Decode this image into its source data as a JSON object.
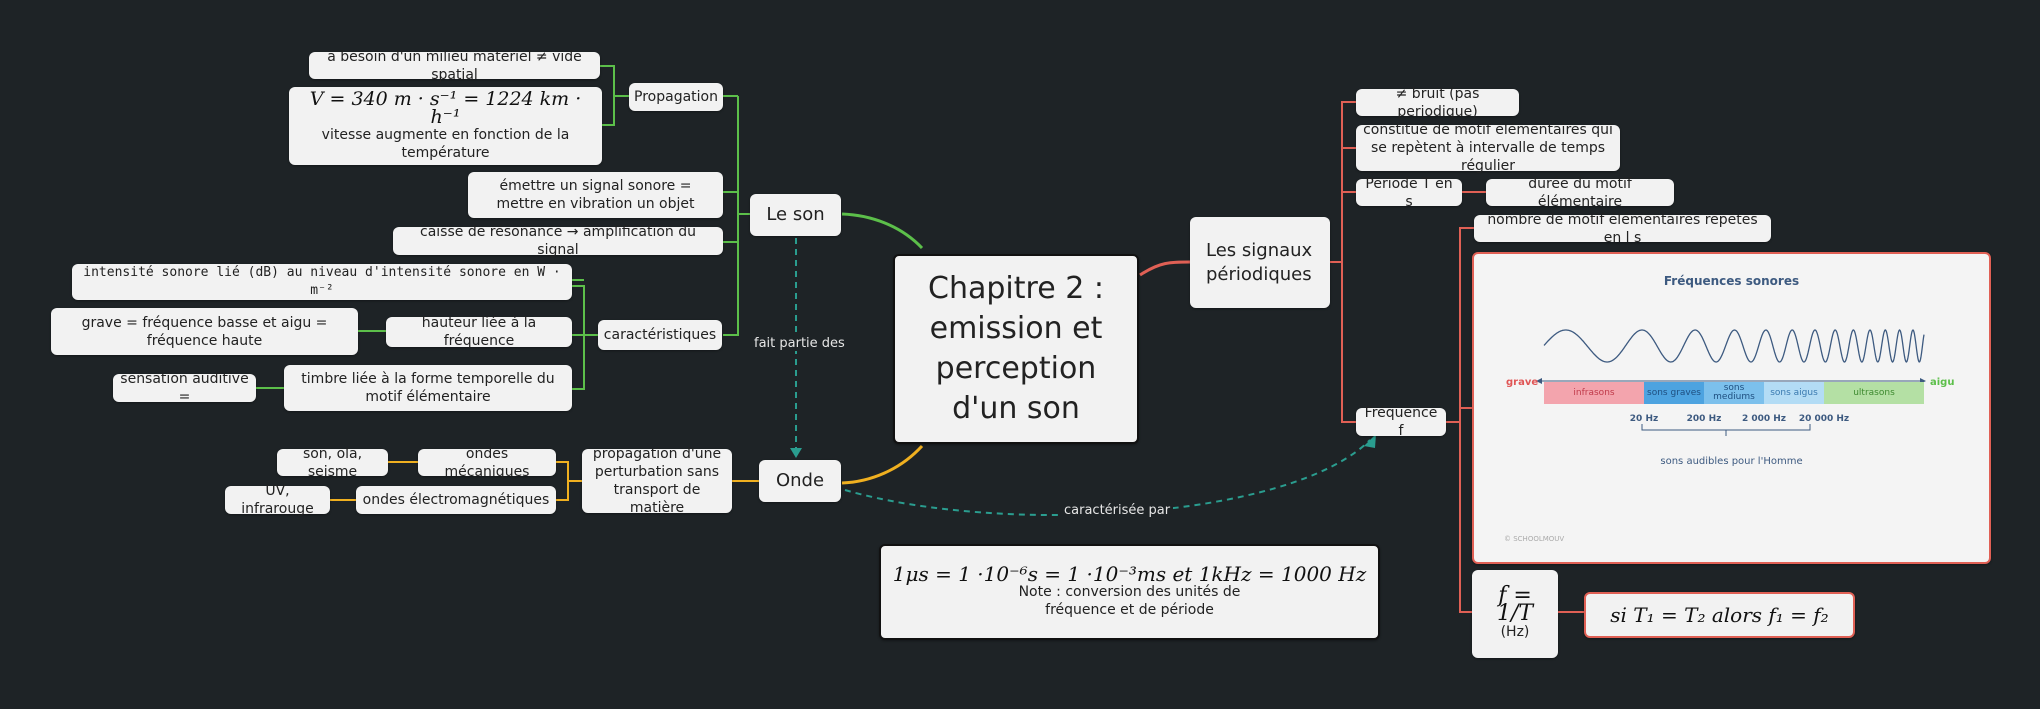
{
  "central": {
    "title": "Chapitre 2 : emission et perception d'un son"
  },
  "le_son": {
    "label": "Le son",
    "propagation": {
      "label": "Propagation",
      "milieu": "a besoin d'un milieu materiel  ≠ vide spatial",
      "vitesse_formula": "V = 340 m · s⁻¹ =  1224 km · h⁻¹",
      "vitesse_note": "vitesse augmente en fonction de la température"
    },
    "emettre": "émettre un signal sonore = mettre en vibration un objet",
    "caisse": "caisse de résonance → amplification du signal",
    "caracteristiques": {
      "label": "caractéristiques",
      "intensite": "intensité sonore lié (dB) au niveau d'intensité sonore en W · m⁻²",
      "hauteur": "hauteur liée à la fréquence",
      "grave_aigu": "grave = fréquence basse et aigu = fréquence haute",
      "timbre": "timbre liée à la forme temporelle du motif élémentaire",
      "sensation": "sensation auditive ="
    }
  },
  "onde": {
    "label": "Onde",
    "propagation": "propagation d'une perturbation sans transport de matière",
    "mecaniques": "ondes mécaniques",
    "mecaniques_ex": "son, ola, seisme",
    "electro": "ondes électromagnétiques",
    "electro_ex": "UV, infrarouge"
  },
  "relations": {
    "fait_partie": "fait partie des",
    "caracterisee": "caractérisée par"
  },
  "note": {
    "formula": "1μs = 1 ·10⁻⁶s = 1 ·10⁻³ms et 1kHz = 1000 Hz",
    "text": "Note : conversion des unités de fréquence et de période"
  },
  "signaux": {
    "label": "Les signaux périodiques",
    "bruit": "≠ bruit (pas periodique)",
    "constitue": "constitué de motif élémentaires qui se repètent à intervalle de temps régulier",
    "periode": "Periode T en s",
    "duree": "durée du motif élémentaire",
    "frequence": "Fréquence f",
    "nombre": "nombre de motif élémentaires répétés en l s",
    "formula_f": "f = 1/T",
    "formula_unit": "(Hz)",
    "si": "si T₁ = T₂ alors f₁ = f₂"
  },
  "freq_image": {
    "title": "Fréquences sonores",
    "grave": "grave",
    "aigu": "aigu",
    "segments": [
      "infrasons",
      "sons graves",
      "sons mediums",
      "sons aigus",
      "ultrasons"
    ],
    "ticks": [
      "20 Hz",
      "200 Hz",
      "2 000 Hz",
      "20 000 Hz"
    ],
    "audible": "sons audibles pour l'Homme",
    "credit": "© SCHOOLMOUV"
  },
  "colors": {
    "green": "#5cbf4a",
    "orange": "#f0b020",
    "red": "#e06055",
    "teal": "#2a9d8f"
  }
}
